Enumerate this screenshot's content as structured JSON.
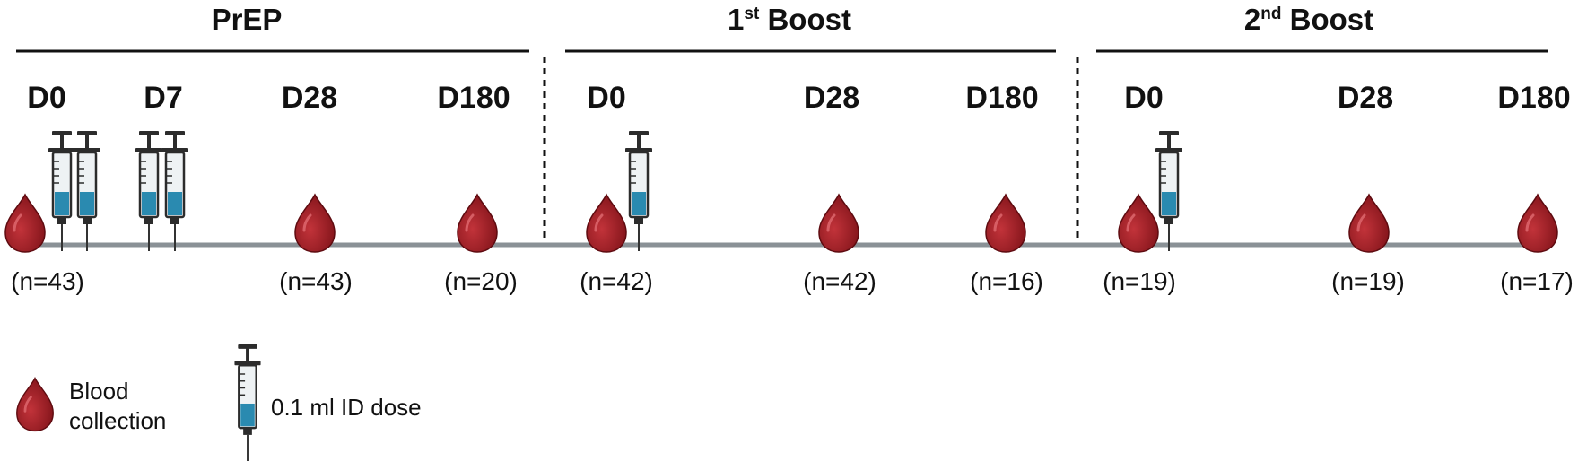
{
  "phases": [
    {
      "title": "PrEP",
      "sup": "",
      "title_rest": ""
    },
    {
      "title": "1",
      "sup": "st",
      "title_rest": " Boost"
    },
    {
      "title": "2",
      "sup": "nd",
      "title_rest": " Boost"
    }
  ],
  "timepoints": [
    {
      "day": "D0",
      "count": "(n=43)",
      "blood": true,
      "injections": 2
    },
    {
      "day": "D7",
      "count": "",
      "blood": false,
      "injections": 2
    },
    {
      "day": "D28",
      "count": "(n=43)",
      "blood": true,
      "injections": 0
    },
    {
      "day": "D180",
      "count": "(n=20)",
      "blood": true,
      "injections": 0
    },
    {
      "day": "D0",
      "count": "(n=42)",
      "blood": true,
      "injections": 1
    },
    {
      "day": "D28",
      "count": "(n=42)",
      "blood": true,
      "injections": 0
    },
    {
      "day": "D180",
      "count": "(n=16)",
      "blood": true,
      "injections": 0
    },
    {
      "day": "D0",
      "count": "(n=19)",
      "blood": true,
      "injections": 1
    },
    {
      "day": "D28",
      "count": "(n=19)",
      "blood": true,
      "injections": 0
    },
    {
      "day": "D180",
      "count": "(n=17)",
      "blood": true,
      "injections": 0
    }
  ],
  "legend": {
    "blood_line1": "Blood",
    "blood_line2": "collection",
    "injection": "0.1 ml ID dose"
  },
  "colors": {
    "blood": "#9b1c22",
    "timeline": "#8a9196",
    "liquid": "#2a8ab0",
    "ink": "#111111"
  },
  "icons": [
    "blood-drop-icon",
    "syringe-icon"
  ]
}
